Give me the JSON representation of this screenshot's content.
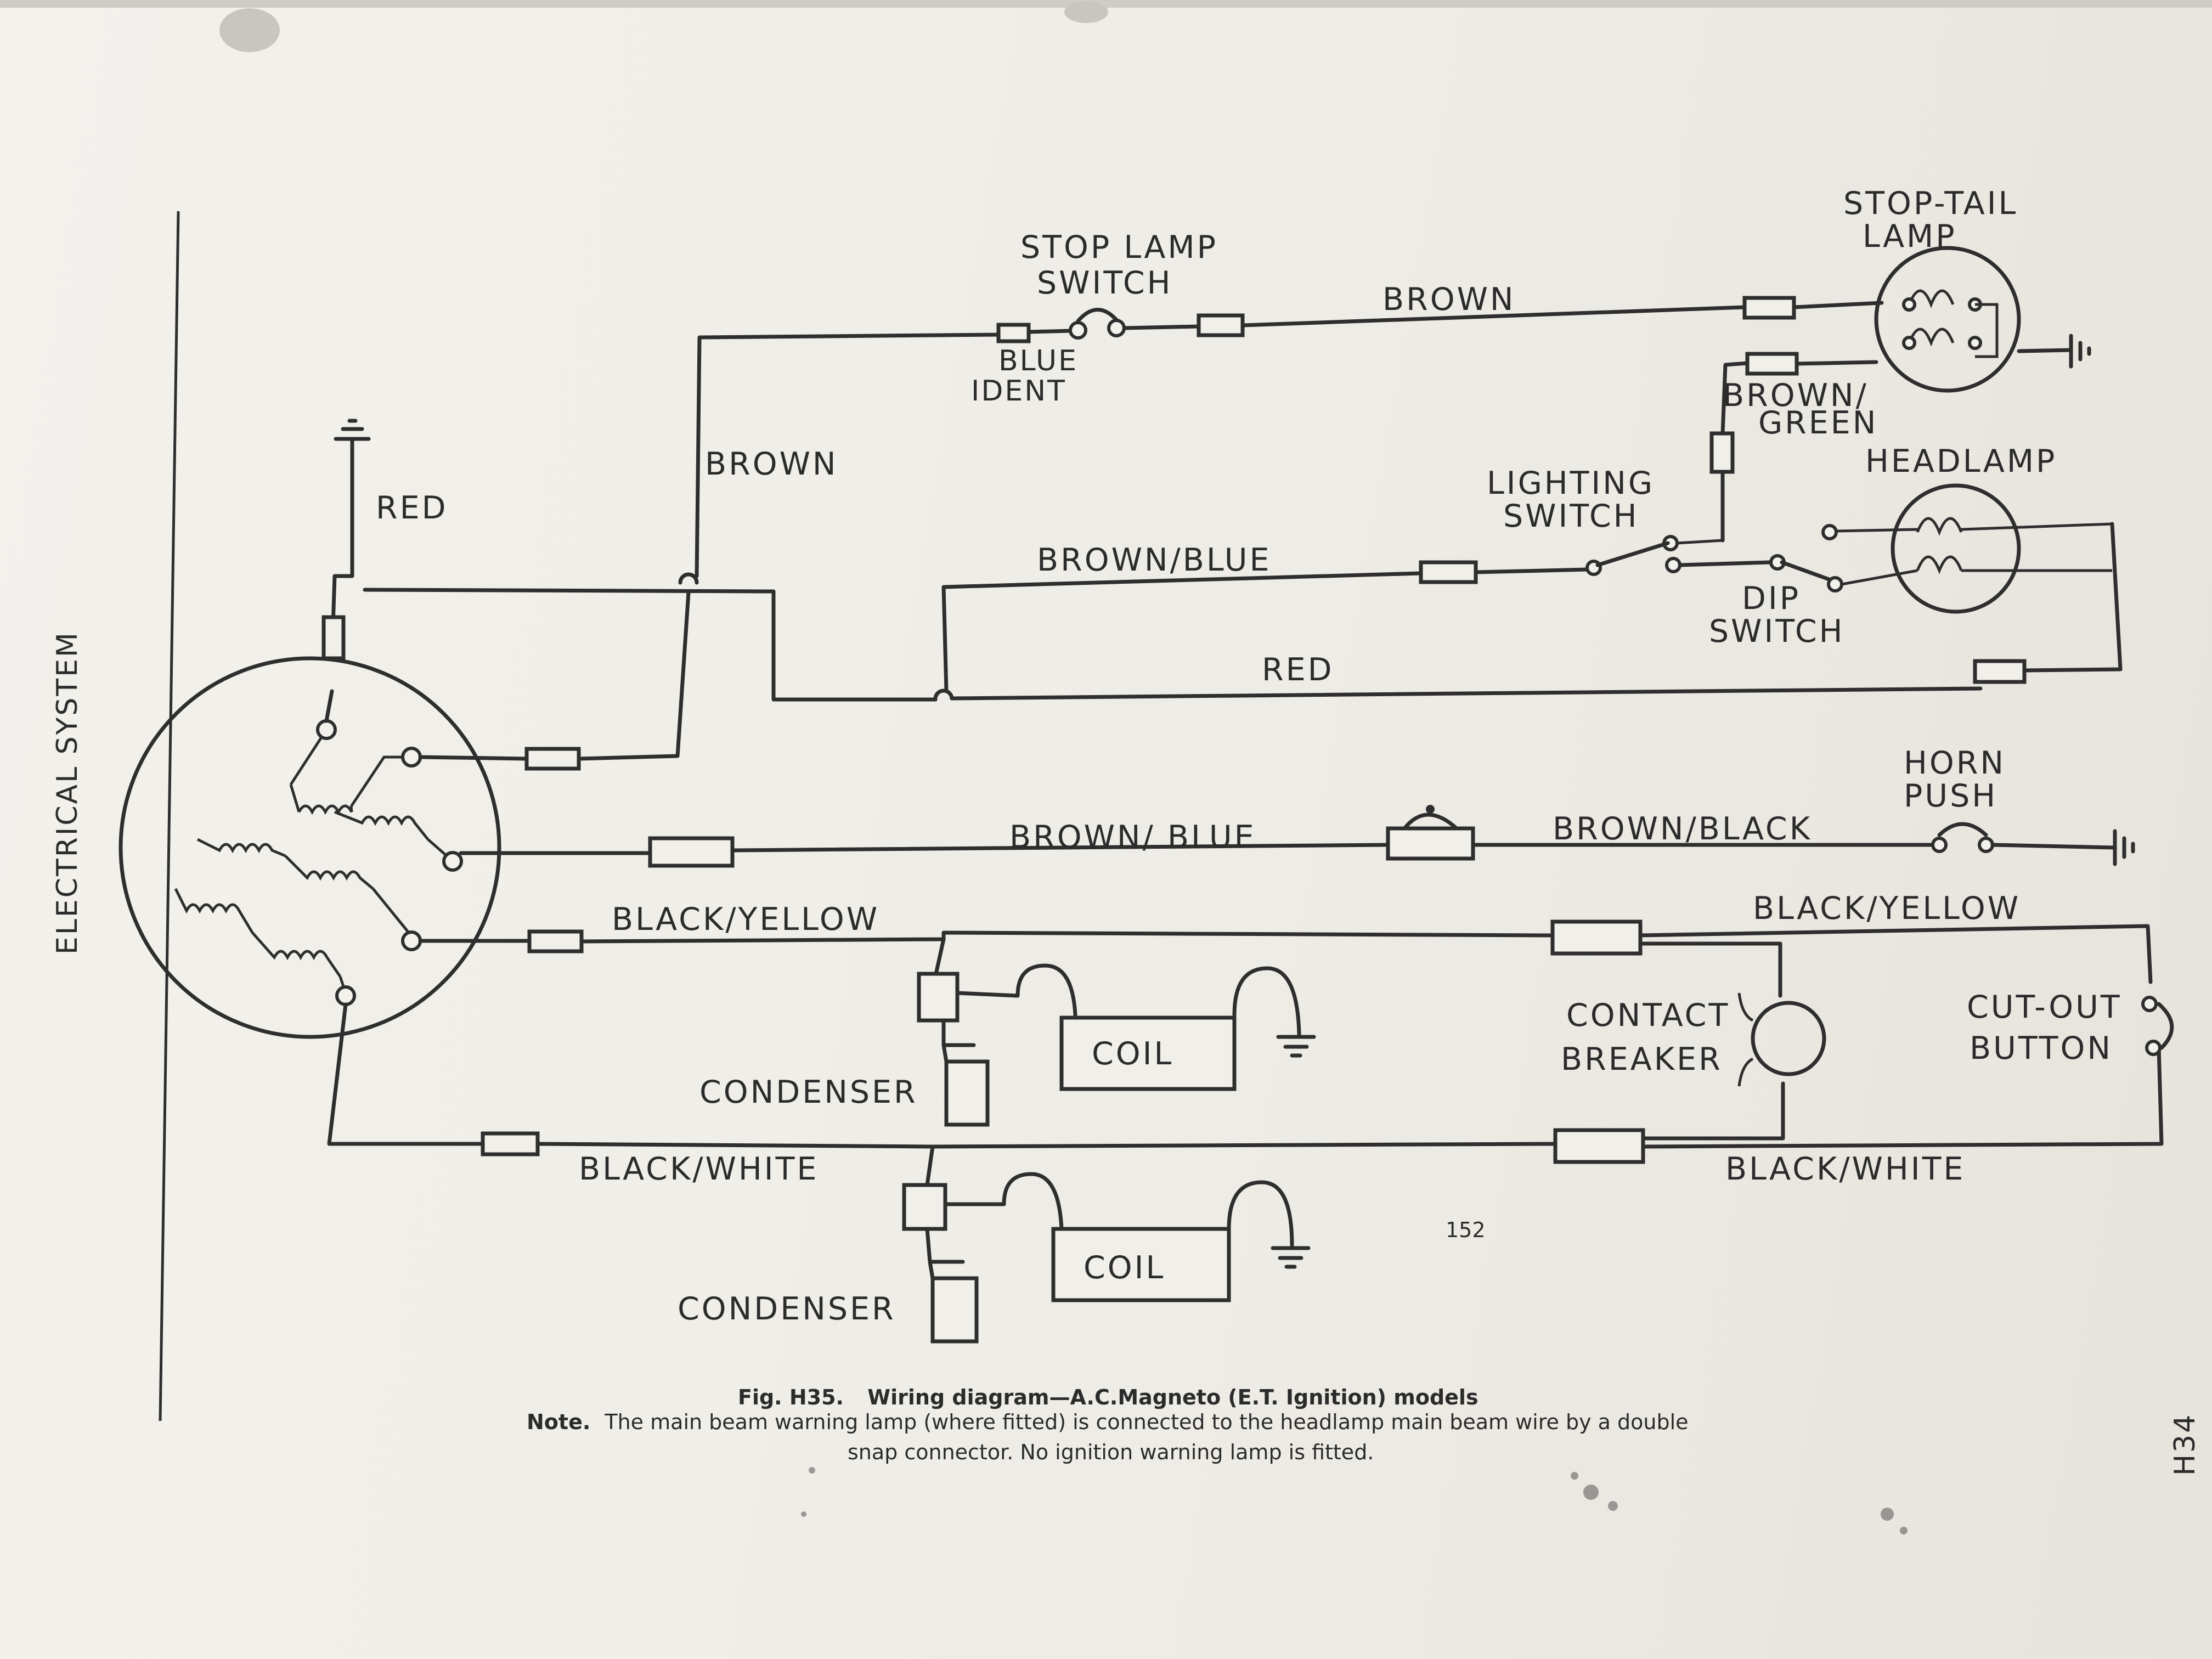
{
  "side_heading": "ELECTRICAL SYSTEM",
  "page_code": "H34",
  "page_number": "152",
  "caption": {
    "fig_label": "Fig. H35.",
    "fig_title": "Wiring diagram—A.C.Magneto (E.T. Ignition) models",
    "note_label": "Note.",
    "note_line1": "The main beam warning lamp (where fitted) is connected to the headlamp main beam wire by a double",
    "note_line2": "snap connector. No ignition warning lamp is fitted."
  },
  "components": {
    "stop_lamp_switch": [
      "STOP LAMP",
      "SWITCH"
    ],
    "stop_tail_lamp": [
      "STOP-TAIL",
      "LAMP"
    ],
    "blue_ident": [
      "BLUE",
      "IDENT"
    ],
    "lighting_switch": [
      "LIGHTING",
      "SWITCH"
    ],
    "headlamp": "HEADLAMP",
    "dip_switch": [
      "DIP",
      "SWITCH"
    ],
    "horn_push": [
      "HORN",
      "PUSH"
    ],
    "coil_upper": "COIL",
    "coil_lower": "COIL",
    "condenser_upper": "CONDENSER",
    "condenser_lower": "CONDENSER",
    "contact_breaker": [
      "CONTACT",
      "BREAKER"
    ],
    "cut_out_button": [
      "CUT-OUT",
      "BUTTON"
    ]
  },
  "wires": {
    "brown_top": "BROWN",
    "brown_left": "BROWN",
    "brown_green": [
      "BROWN/",
      "GREEN"
    ],
    "red_ground": "RED",
    "brown_blue_upper": "BROWN/BLUE",
    "red_middle": "RED",
    "brown_blue_lower": "BROWN/ BLUE",
    "brown_black": "BROWN/BLACK",
    "black_yellow_left": "BLACK/YELLOW",
    "black_yellow_right": "BLACK/YELLOW",
    "black_white_left": "BLACK/WHITE",
    "black_white_right": "BLACK/WHITE"
  },
  "colors": {
    "paper": "#f1efe9",
    "ink": "#2e2e2e"
  }
}
